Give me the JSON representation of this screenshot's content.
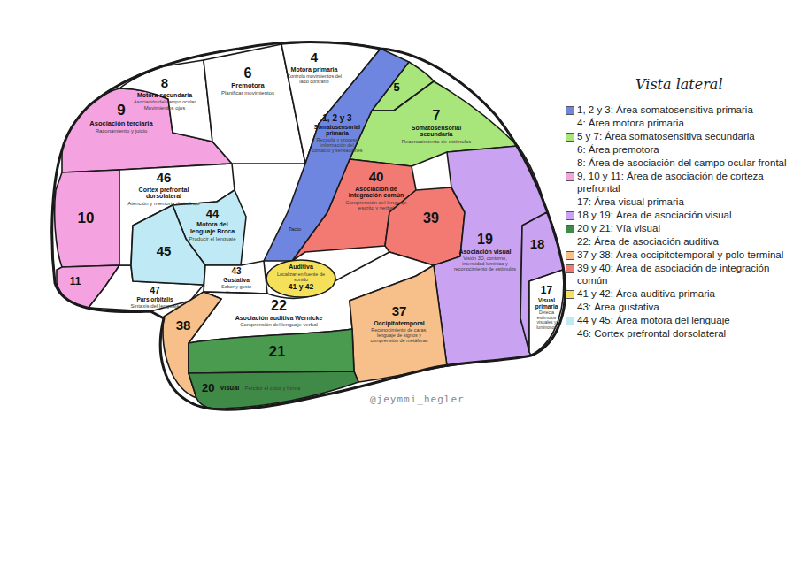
{
  "diagram": {
    "title": "Vista lateral",
    "nodes": [
      {
        "text": [
          "4",
          "Motora primaria",
          "Controla movimientos del lado contrario"
        ]
      },
      {
        "text": [
          "6",
          "Premotora",
          "Planificar movimientos"
        ]
      },
      {
        "text": [
          "8",
          "Motora secundaria",
          "Asociación del campo ocular",
          "Movimientos ojos"
        ]
      },
      {
        "text": [
          "9",
          "Asociación terciaria",
          "Razonamiento y juicio"
        ]
      },
      {
        "text": [
          "46",
          "Cortex prefrontal dorsolateral",
          "Atención y memoria de trabajo"
        ]
      },
      {
        "text": [
          "10"
        ]
      },
      {
        "text": [
          "11"
        ]
      },
      {
        "text": [
          "47",
          "Pars orbitalis",
          "Sintaxis del lenguaje"
        ]
      },
      {
        "text": [
          "44",
          "Motora del lenguaje Broca",
          "Producir el lenguaje"
        ]
      },
      {
        "text": [
          "45"
        ]
      },
      {
        "text": [
          "1, 2 y 3",
          "Somatosensorial primaria",
          "Recopila y procesa información del contacto y sensaciones"
        ]
      },
      {
        "text": [
          "5"
        ]
      },
      {
        "text": [
          "7",
          "Somatosensorial secundaria",
          "Reconocimiento de estímulos"
        ]
      },
      {
        "text": [
          "40",
          "Asociación de integración común",
          "Comprensión del lenguaje escrito y verbal"
        ]
      },
      {
        "text": [
          "39"
        ]
      },
      {
        "text": [
          "19",
          "Asociación visual",
          "Visión 3D, contorno, intensidad lumínica y reconocimiento de estímulos"
        ]
      },
      {
        "text": [
          "18"
        ]
      },
      {
        "text": [
          "17",
          "Visual primaria",
          "Detecta estímulos visuales y luminosos"
        ]
      },
      {
        "text": [
          "43",
          "Gustativa",
          "Sabor y gusto"
        ]
      },
      {
        "text": [
          "Auditiva",
          "Localizar en fuente de sonido",
          "41 y 42"
        ]
      },
      {
        "text": [
          "22",
          "Asociación auditiva Wernicke",
          "Comprensión del lenguaje verbal"
        ]
      },
      {
        "text": [
          "38"
        ]
      },
      {
        "text": [
          "37",
          "Occipitotemporal",
          "Reconocimiento de caras, lenguaje de signos y comprensión de metáforas"
        ]
      },
      {
        "text": [
          "21"
        ]
      },
      {
        "text": [
          "20",
          "Visual",
          "Percibir el color y forma"
        ]
      }
    ],
    "labels": [
      "Tacto",
      "@jeymmi_hegler"
    ],
    "legend": [
      {
        "text": "1, 2 y 3: Área somatosensitiva primaria",
        "color": "#6f86e0"
      },
      {
        "text": "4: Área motora primaria"
      },
      {
        "text": "5 y 7: Área somatosensitiva secundaria",
        "color": "#a8e57b"
      },
      {
        "text": "6: Área premotora"
      },
      {
        "text": "8: Área de asociación del campo ocular frontal"
      },
      {
        "text": "9, 10 y 11: Área de asociación de corteza prefrontal",
        "color": "#f4a3e0"
      },
      {
        "text": "17: Área visual primaria"
      },
      {
        "text": "18 y 19: Área de asociación visual",
        "color": "#c9a3f2"
      },
      {
        "text": "20 y 21: Vía visual",
        "color": "#3f8a47"
      },
      {
        "text": "22: Área de asociación auditiva"
      },
      {
        "text": "37 y 38: Área occipitotemporal y polo terminal",
        "color": "#f7c08a"
      },
      {
        "text": "39 y 40: Área de asociación de integración común",
        "color": "#f27a73"
      },
      {
        "text": "41 y 42: Área auditiva primaria",
        "color": "#f5e05a"
      },
      {
        "text": "43: Área gustativa"
      },
      {
        "text": "44 y 45: Área motora del lenguaje",
        "color": "#bfeaf5"
      },
      {
        "text": "46: Cortex prefrontal dorsolateral"
      }
    ]
  }
}
